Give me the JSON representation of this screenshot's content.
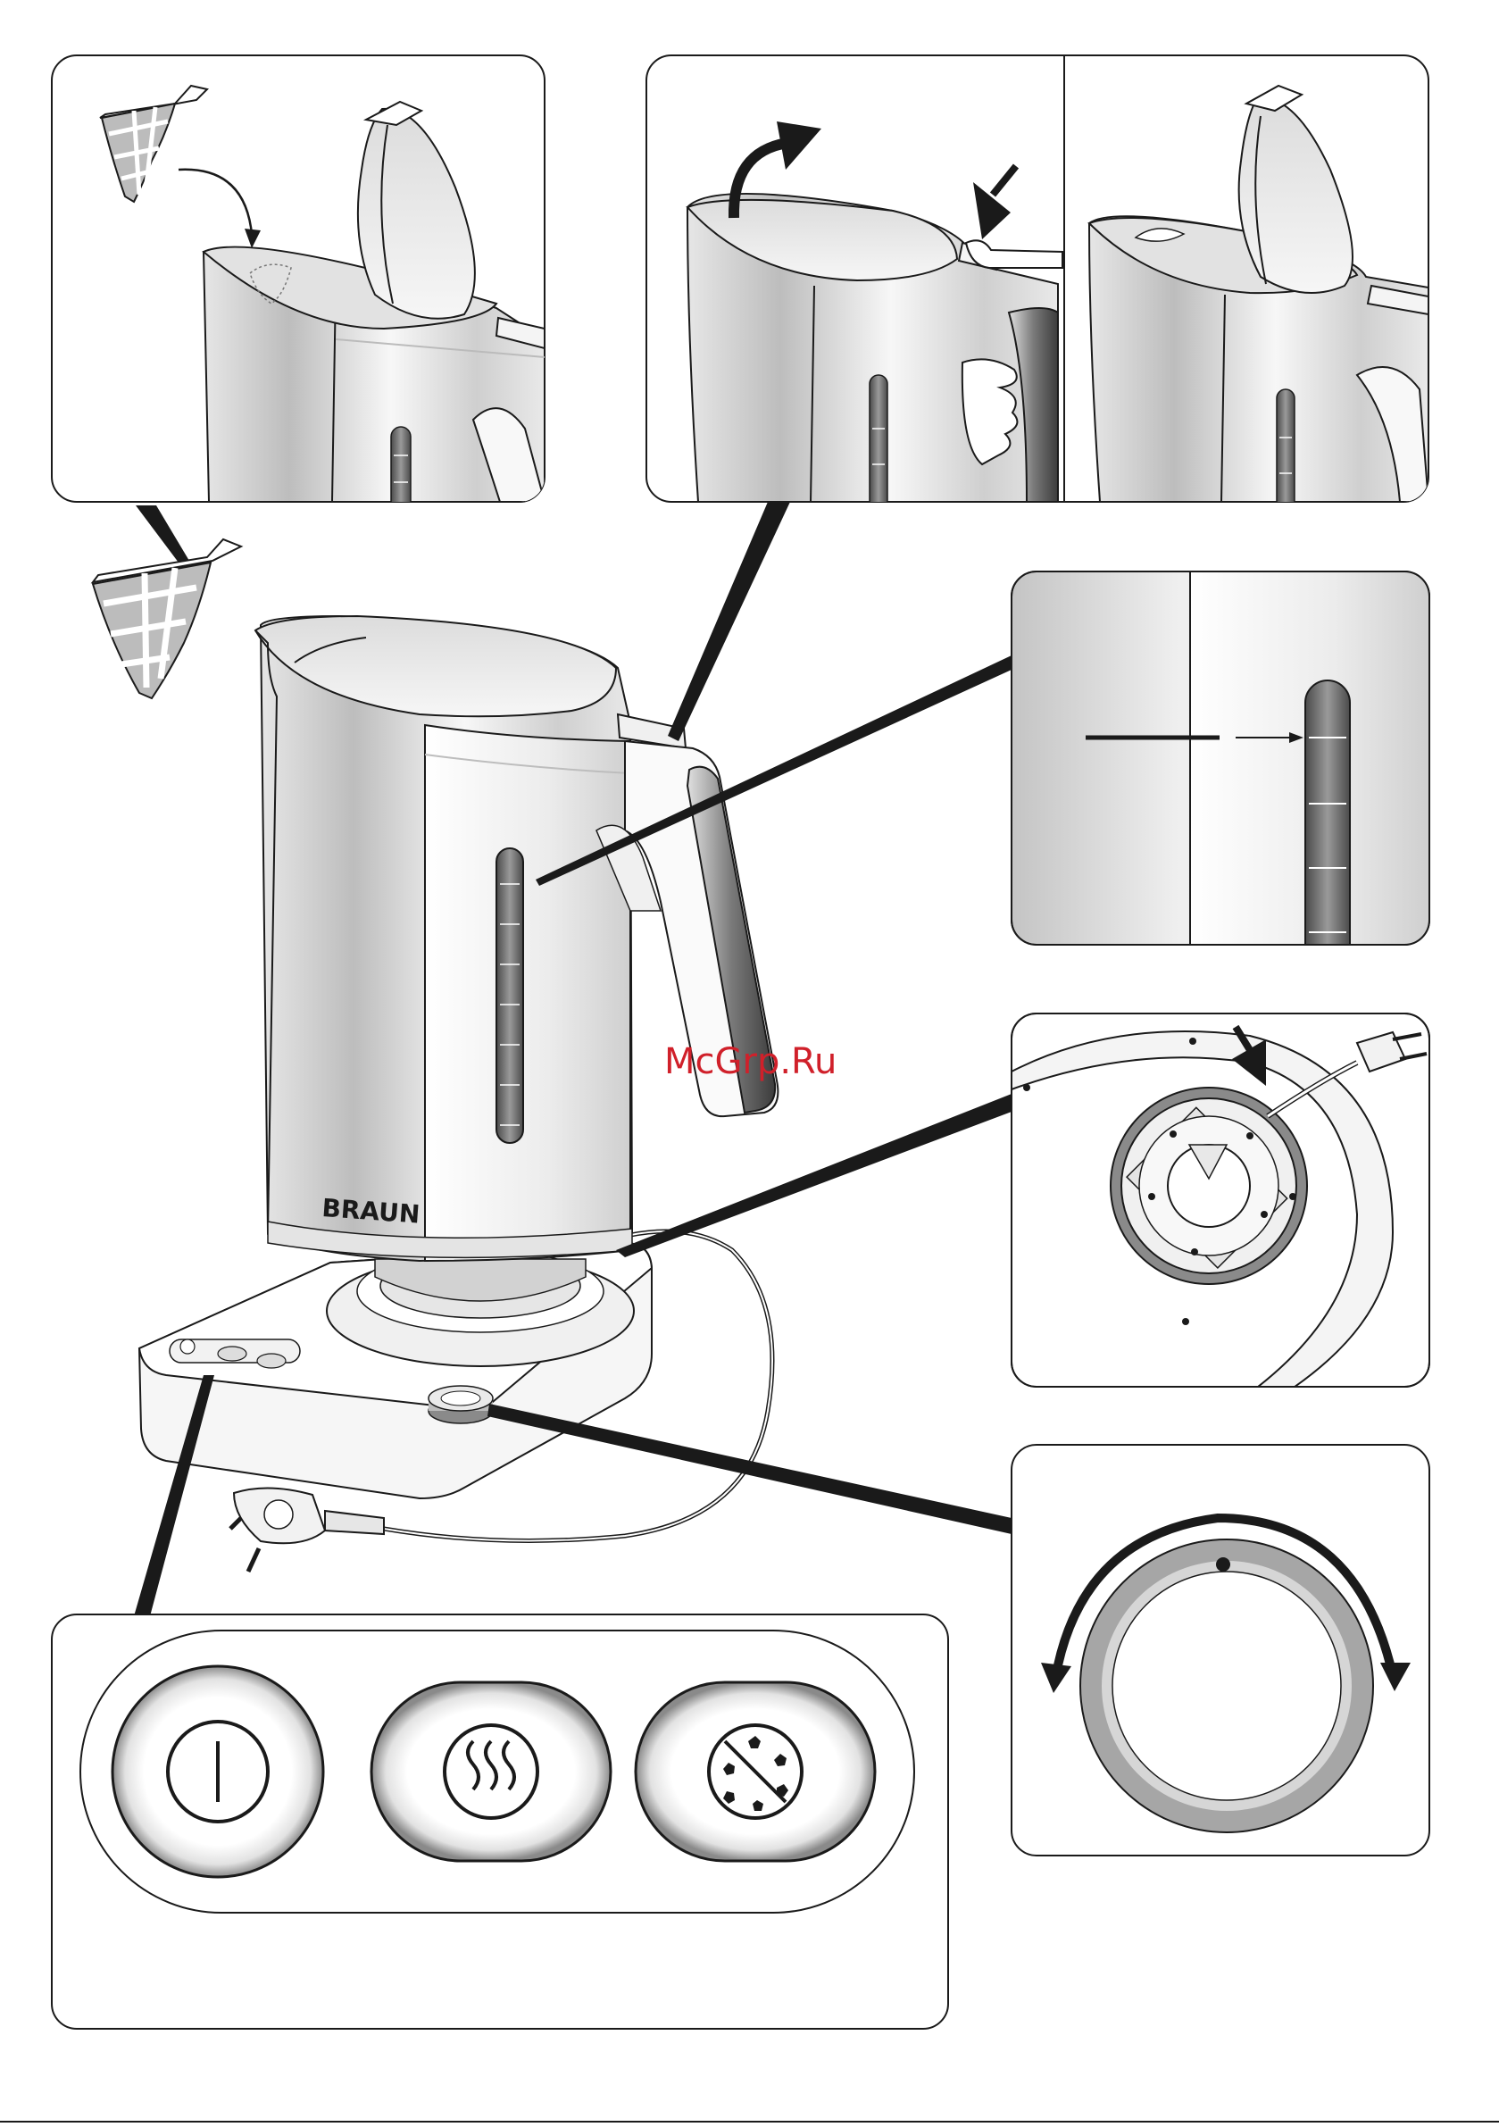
{
  "brand": {
    "logo_text": "BRAUN"
  },
  "watermark": {
    "text": "McGrp.Ru"
  },
  "colors": {
    "line": "#1a1a1a",
    "panel_bg": "#ffffff",
    "steel_light": "#f2f2f2",
    "steel_mid": "#cfcfcf",
    "steel_dark": "#8c8c8c",
    "window_dark": "#5a5a5a",
    "watermark": "#d0202a"
  },
  "panels": [
    {
      "id": "filter-insertion",
      "icon": "filter-icon"
    },
    {
      "id": "lid-opening",
      "icon": "lid-arrow-icon"
    },
    {
      "id": "water-level-window",
      "icon": "water-gauge-icon"
    },
    {
      "id": "base-cord-storage",
      "icon": "plug-icon"
    },
    {
      "id": "temperature-dial",
      "icon": "rotate-dial-icon"
    },
    {
      "id": "control-buttons",
      "icon": "button-panel-icon"
    }
  ],
  "buttons": [
    {
      "id": "power",
      "icon": "power-icon"
    },
    {
      "id": "keep-warm",
      "icon": "steam-icon"
    },
    {
      "id": "decalcify",
      "icon": "descale-icon"
    }
  ]
}
